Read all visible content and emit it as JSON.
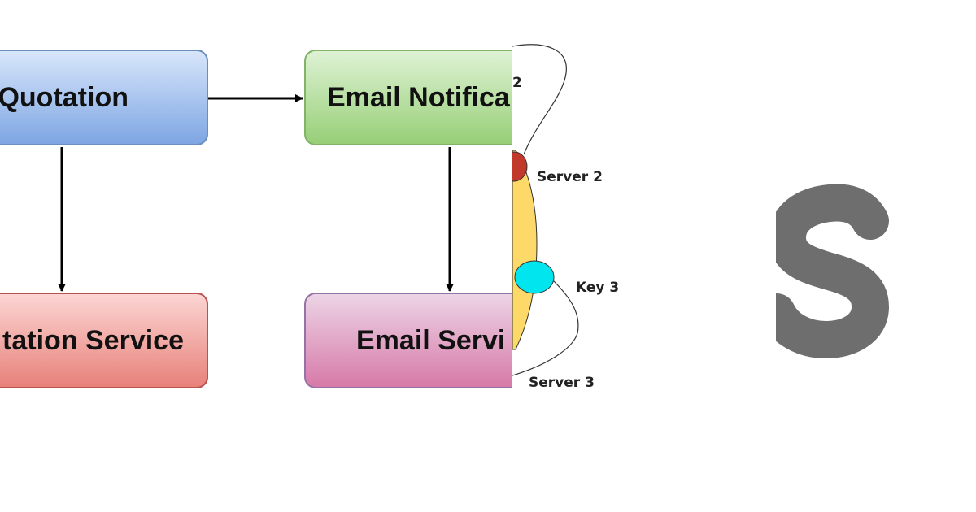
{
  "flowchart": {
    "boxes": {
      "quotation": "Quotation",
      "email_notification": "Email Notifica",
      "quotation_service": "tation Service",
      "email_service": "Email Servi"
    },
    "colors": {
      "quotation": "#7ea6e3",
      "email_notification": "#97cf77",
      "quotation_service": "#e8817a",
      "email_service": "#d77aa8",
      "arrow": "#000000"
    }
  },
  "hash_ring": {
    "labels": {
      "top_clipped": "2",
      "server_2": "Server 2",
      "key_3": "Key 3",
      "server_3": "Server 3"
    },
    "colors": {
      "ring_fill": "#fdd96a",
      "server_node": "#c0392b",
      "key_node": "#00e5ee"
    }
  },
  "logo": {
    "glyph": "S",
    "color": "#6e6e6e"
  }
}
